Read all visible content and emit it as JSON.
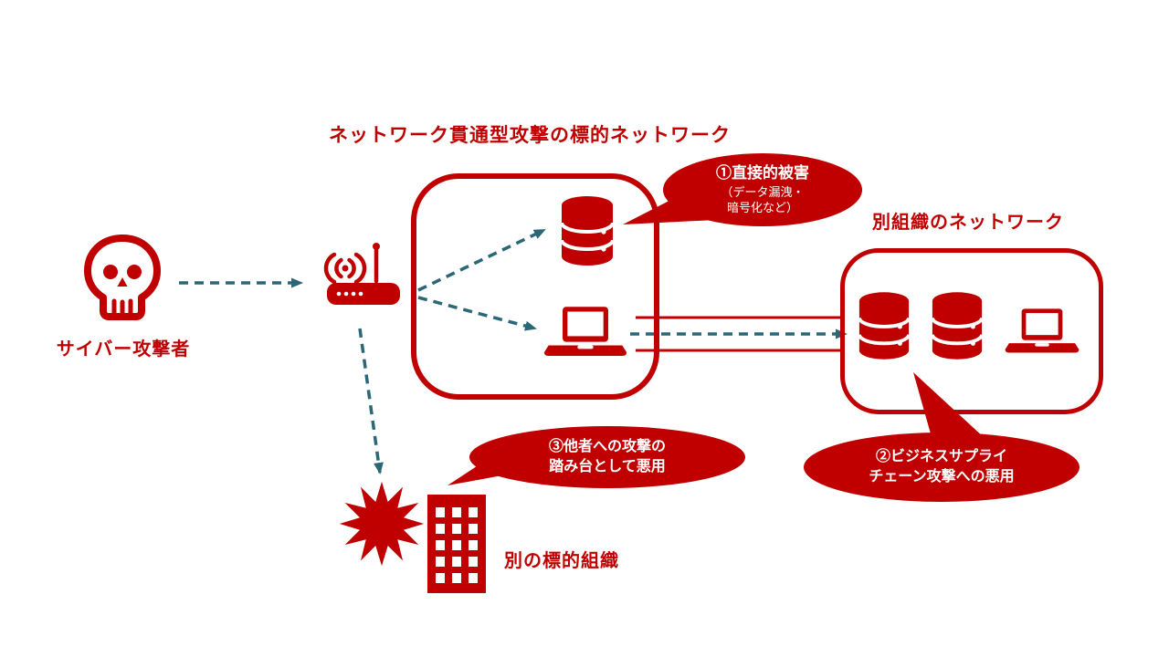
{
  "colors": {
    "brand_red": "#C00000",
    "arrow_teal": "#2B6777",
    "background": "#FFFFFF",
    "callout_text": "#FFFFFF"
  },
  "labels": {
    "target_network_title": "ネットワーク貫通型攻撃の標的ネットワーク",
    "attacker": "サイバー攻撃者",
    "other_org_network": "別組織のネットワーク",
    "other_target_org": "別の標的組織"
  },
  "callouts": {
    "direct_damage": {
      "line1": "①直接的被害",
      "line2": "（データ漏洩・",
      "line3": "暗号化など）"
    },
    "supply_chain": {
      "line1": "②ビジネスサプライ",
      "line2": "チェーン攻撃への悪用"
    },
    "stepping_stone": {
      "line1": "③他者への攻撃の",
      "line2": "踏み台として悪用"
    }
  },
  "icons": {
    "attacker": "skull-icon",
    "router": "wifi-router-icon",
    "server": "database-icon",
    "pc": "laptop-icon",
    "impact": "explosion-burst-icon",
    "organization": "office-building-icon"
  }
}
